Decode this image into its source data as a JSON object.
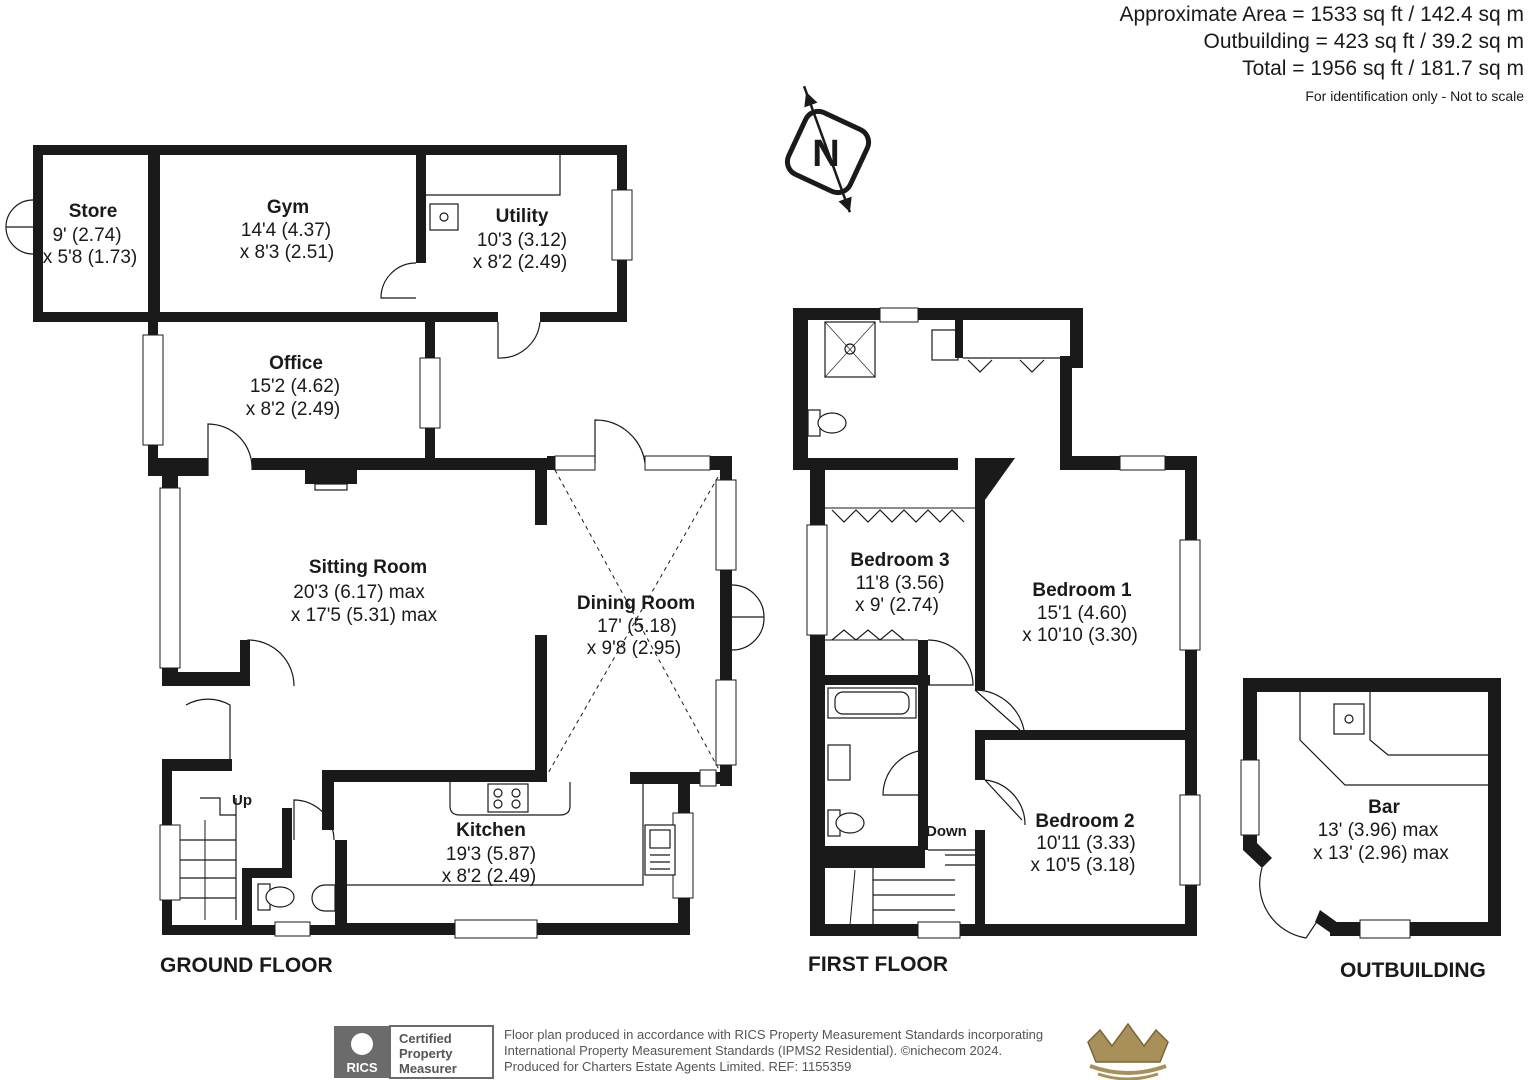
{
  "areas": {
    "approximate": "Approximate Area = 1533 sq ft / 142.4 sq m",
    "outbuilding": "Outbuilding = 423 sq ft / 39.2 sq m",
    "total": "Total = 1956 sq ft / 181.7 sq m",
    "note": "For identification only - Not to scale"
  },
  "compass": {
    "label": "N"
  },
  "rooms": {
    "store": {
      "name": "Store",
      "dim1": "9' (2.74)",
      "dim2": "x 5'8 (1.73)"
    },
    "gym": {
      "name": "Gym",
      "dim1": "14'4 (4.37)",
      "dim2": "x 8'3 (2.51)"
    },
    "utility": {
      "name": "Utility",
      "dim1": "10'3 (3.12)",
      "dim2": "x 8'2 (2.49)"
    },
    "office": {
      "name": "Office",
      "dim1": "15'2 (4.62)",
      "dim2": "x 8'2 (2.49)"
    },
    "sitting": {
      "name": "Sitting Room",
      "dim1": "20'3 (6.17) max",
      "dim2": "x 17'5 (5.31) max"
    },
    "dining": {
      "name": "Dining Room",
      "dim1": "17' (5.18)",
      "dim2": "x 9'8 (2.95)"
    },
    "kitchen": {
      "name": "Kitchen",
      "dim1": "19'3 (5.87)",
      "dim2": "x 8'2 (2.49)"
    },
    "bedroom3": {
      "name": "Bedroom 3",
      "dim1": "11'8 (3.56)",
      "dim2": "x 9' (2.74)"
    },
    "bedroom1": {
      "name": "Bedroom 1",
      "dim1": "15'1 (4.60)",
      "dim2": "x 10'10 (3.30)"
    },
    "bedroom2": {
      "name": "Bedroom 2",
      "dim1": "10'11 (3.33)",
      "dim2": "x 10'5 (3.18)"
    },
    "bar": {
      "name": "Bar",
      "dim1": "13' (3.96) max",
      "dim2": "x 13' (2.96) max"
    }
  },
  "stairs": {
    "up": "Up",
    "down": "Down"
  },
  "floors": {
    "ground": "GROUND FLOOR",
    "first": "FIRST FLOOR",
    "outbuilding": "OUTBUILDING"
  },
  "footer": {
    "cert_line1": "Certified",
    "cert_line2": "Property",
    "cert_line3": "Measurer",
    "rics": "RICS",
    "line1": "Floor plan produced in accordance with RICS Property Measurement Standards incorporating",
    "line2": "International Property Measurement Standards (IPMS2 Residential).  ©nichecom 2024.",
    "line3": "Produced for Charters Estate Agents Limited.   REF:  1155359"
  },
  "colors": {
    "wall": "#1a1a1a",
    "crown": "#a8905a",
    "footer_grey": "#555555"
  }
}
